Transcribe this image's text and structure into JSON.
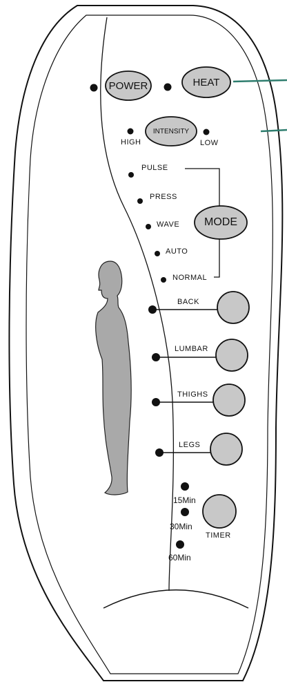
{
  "remote": {
    "buttons": {
      "power": "POWER",
      "heat": "HEAT",
      "intensity": "INTENSITY",
      "mode": "MODE"
    },
    "intensity_levels": {
      "high": "HIGH",
      "low": "LOW"
    },
    "modes": [
      "PULSE",
      "PRESS",
      "WAVE",
      "AUTO",
      "NORMAL"
    ],
    "zones": [
      "BACK",
      "LUMBAR",
      "THIGHS",
      "LEGS"
    ],
    "timer": {
      "label": "TIMER",
      "options": [
        "15Min",
        "30Min",
        "60Min"
      ]
    },
    "colors": {
      "button_fill": "#c8c8c8",
      "figure_fill": "#a9a9a9",
      "cord": "#2e7d6e"
    }
  }
}
